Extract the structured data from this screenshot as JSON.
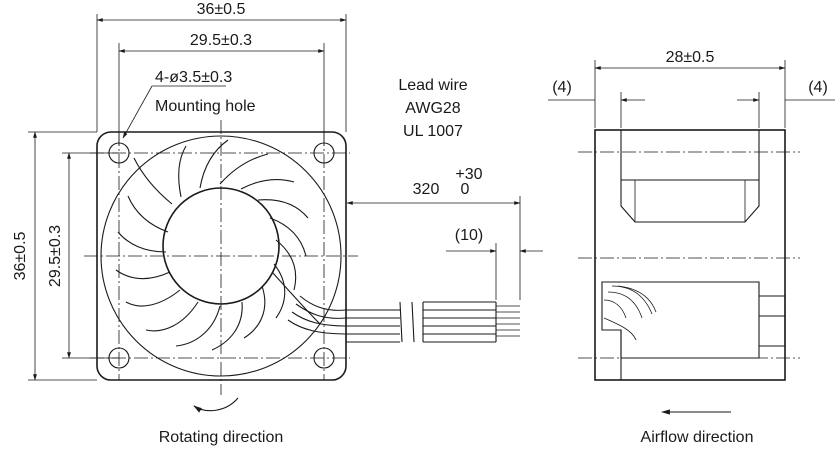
{
  "front_view": {
    "dim_outer_width": "36±0.5",
    "dim_hole_pitch_width": "29.5±0.3",
    "dim_mounting_hole": "4-ø3.5±0.3",
    "mounting_hole_label": "Mounting hole",
    "dim_outer_height": "36±0.5",
    "dim_hole_pitch_height": "29.5±0.3",
    "rotation_label": "Rotating direction"
  },
  "lead_wire": {
    "line1": "Lead wire",
    "line2": "AWG28",
    "line3": "UL 1007",
    "tolerance_upper": "+30",
    "length": "320",
    "tolerance_lower": "0",
    "strip_length": "(10)"
  },
  "side_view": {
    "dim_depth": "28±0.5",
    "dim_left_offset": "(4)",
    "dim_right_offset": "(4)",
    "airflow_label": "Airflow direction"
  }
}
